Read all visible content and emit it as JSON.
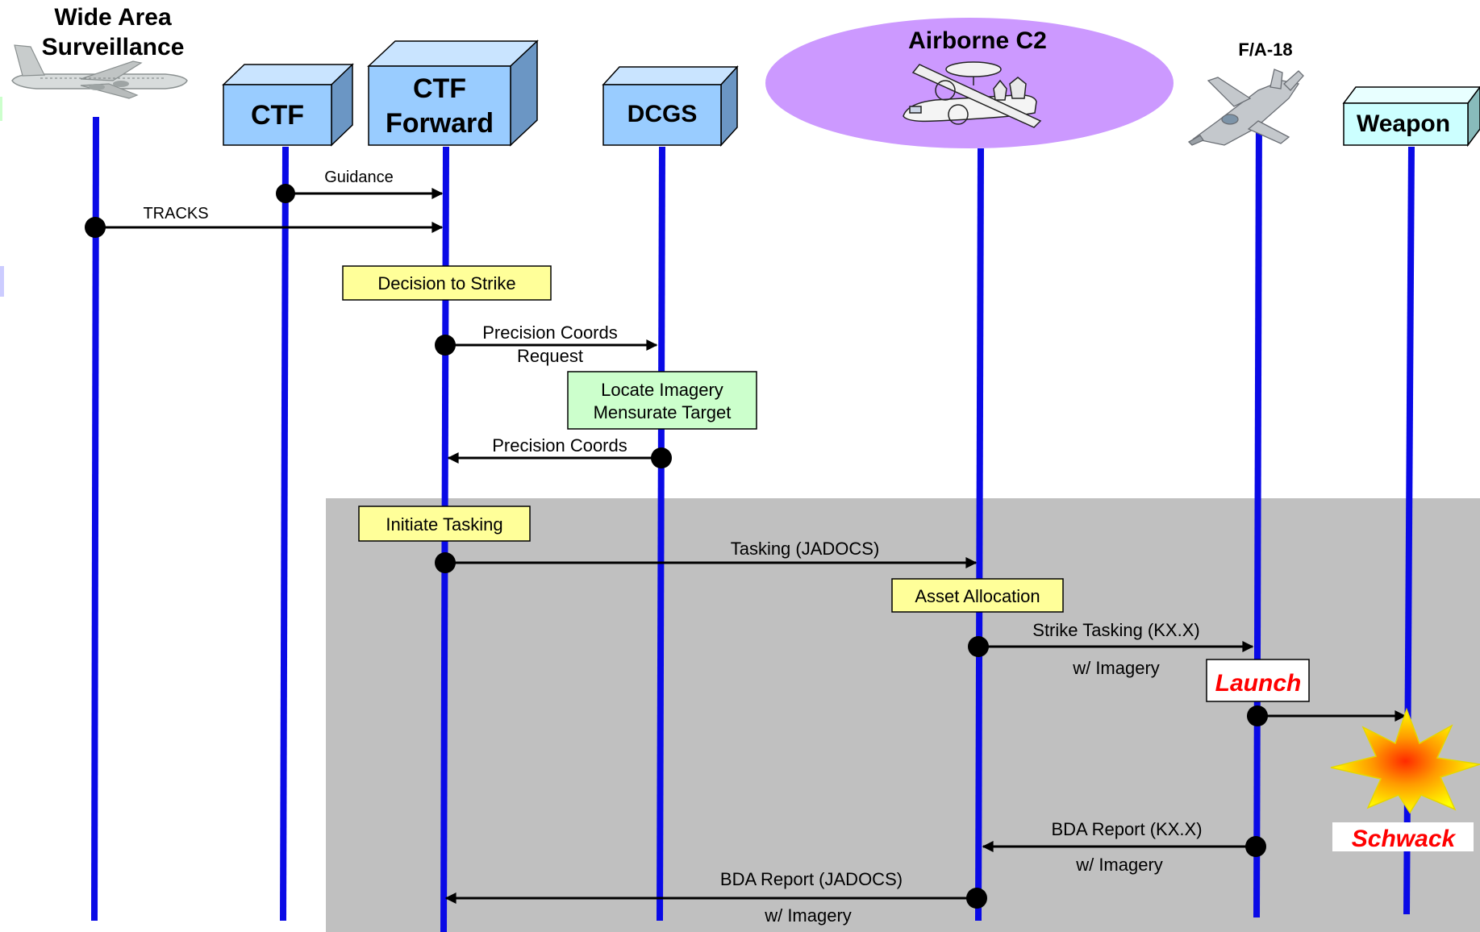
{
  "participants": {
    "wide_area_line1": "Wide Area",
    "wide_area_line2": "Surveillance",
    "ctf": "CTF",
    "ctf_forward_line1": "CTF",
    "ctf_forward_line2": "Forward",
    "dcgs": "DCGS",
    "airborne_c2": "Airborne C2",
    "fa18": "F/A-18",
    "weapon": "Weapon"
  },
  "messages": {
    "guidance": "Guidance",
    "tracks": "TRACKS",
    "precision_request_line1": "Precision Coords",
    "precision_request_line2": "Request",
    "precision_coords": "Precision Coords",
    "tasking": "Tasking (JADOCS)",
    "strike_tasking": "Strike Tasking (KX.X)",
    "strike_tasking_sub": "w/ Imagery",
    "bda_kx": "BDA Report (KX.X)",
    "bda_kx_sub": "w/ Imagery",
    "bda_jadocs": "BDA Report (JADOCS)",
    "bda_jadocs_sub": "w/ Imagery"
  },
  "activities": {
    "decision": "Decision to Strike",
    "locate_line1": "Locate Imagery",
    "locate_line2": "Mensurate Target",
    "initiate": "Initiate Tasking",
    "asset": "Asset Allocation"
  },
  "events": {
    "launch": "Launch",
    "schwack": "Schwack"
  },
  "colors": {
    "lifeline": "#0a0ae6",
    "box_blue": "#99ccff",
    "box_cyan": "#ccffff",
    "note_yellow": "#ffff99",
    "note_green": "#ccffcc",
    "ellipse": "#cc99ff",
    "shaded_region": "#c0c0c0",
    "event_text": "#ff0000"
  },
  "icons": [
    "surveillance-aircraft-icon",
    "awacs-aircraft-icon",
    "fighter-jet-icon",
    "explosion-icon"
  ]
}
